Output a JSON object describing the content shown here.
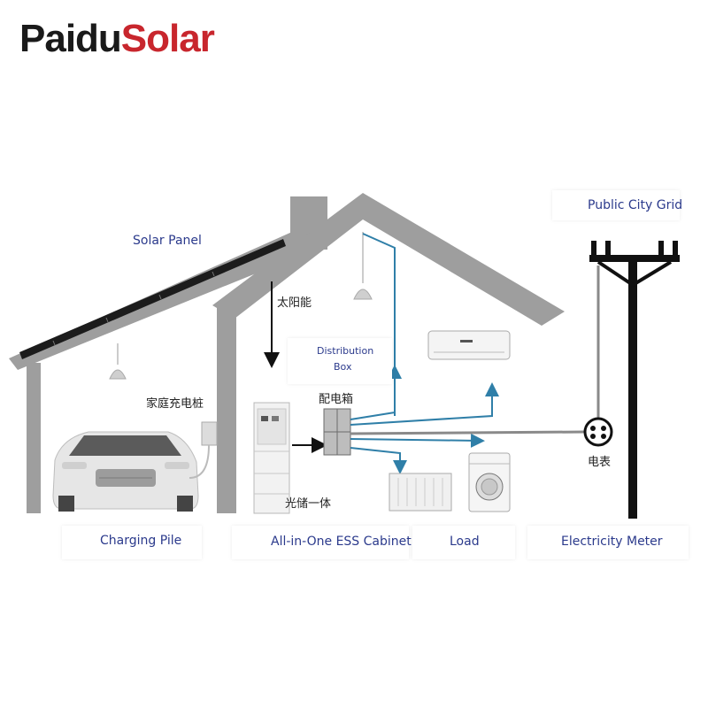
{
  "brand": {
    "part1": "Paidu",
    "part2": "Solar"
  },
  "labels": {
    "solar_panel": "Solar Panel",
    "public_city_grid": "Public City Grid",
    "distribution_box_line1": "Distribution",
    "distribution_box_line2": "Box",
    "charging_pile": "Charging Pile",
    "ess_cabinet": "All-in-One ESS Cabinet",
    "load": "Load",
    "electricity_meter": "Electricity Meter"
  },
  "cn_labels": {
    "solar_energy": "太阳能",
    "home_charger": "家庭充电桩",
    "distribution_box": "配电箱",
    "all_in_one": "光储一体",
    "meter": "电表"
  },
  "colors": {
    "brand_dark": "#1a1a1a",
    "brand_red": "#c8262d",
    "label_blue": "#2b3a8c",
    "house_gray": "#9a9a9a",
    "wire_teal": "#2f7fa8",
    "wire_gray": "#8a8a8a"
  },
  "icons": [
    "car-icon",
    "charging-pile-icon",
    "ess-cabinet-icon",
    "distribution-box-icon",
    "air-conditioner-icon",
    "heater-icon",
    "washing-machine-icon",
    "meter-icon",
    "utility-pole-icon",
    "solar-panel-icon",
    "lamp-icon"
  ]
}
